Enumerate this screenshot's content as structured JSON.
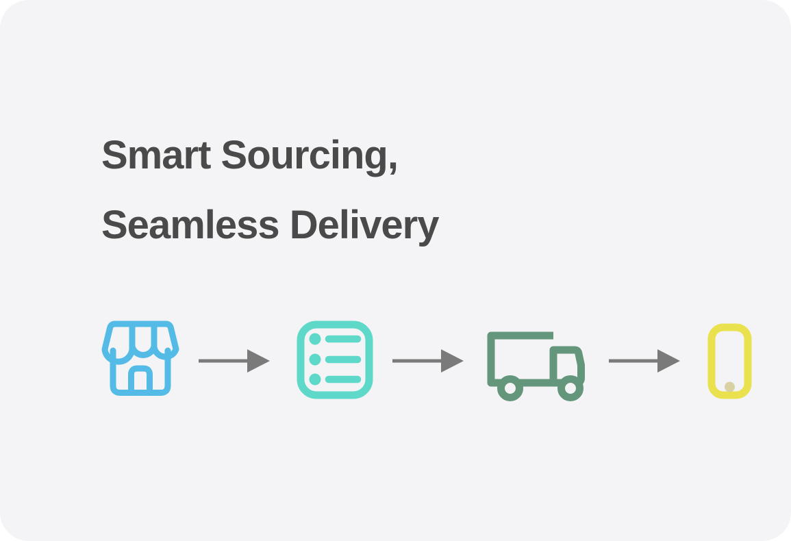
{
  "card": {
    "background_color": "#f4f4f6"
  },
  "heading": {
    "line1": "Smart Sourcing,",
    "line2": "Seamless Delivery",
    "color": "#4a4a4a"
  },
  "flow": {
    "arrow_color": "#7a7a7a",
    "steps": [
      {
        "name": "storefront",
        "icon": "storefront-icon",
        "color": "#53bbe5"
      },
      {
        "name": "order-list",
        "icon": "order-list-icon",
        "color": "#5ed8c9"
      },
      {
        "name": "delivery-truck",
        "icon": "delivery-truck-icon",
        "color": "#63967a"
      },
      {
        "name": "mobile-phone",
        "icon": "mobile-phone-icon",
        "color": "#e9e14e",
        "dot_color": "#d9d1a4"
      }
    ]
  }
}
